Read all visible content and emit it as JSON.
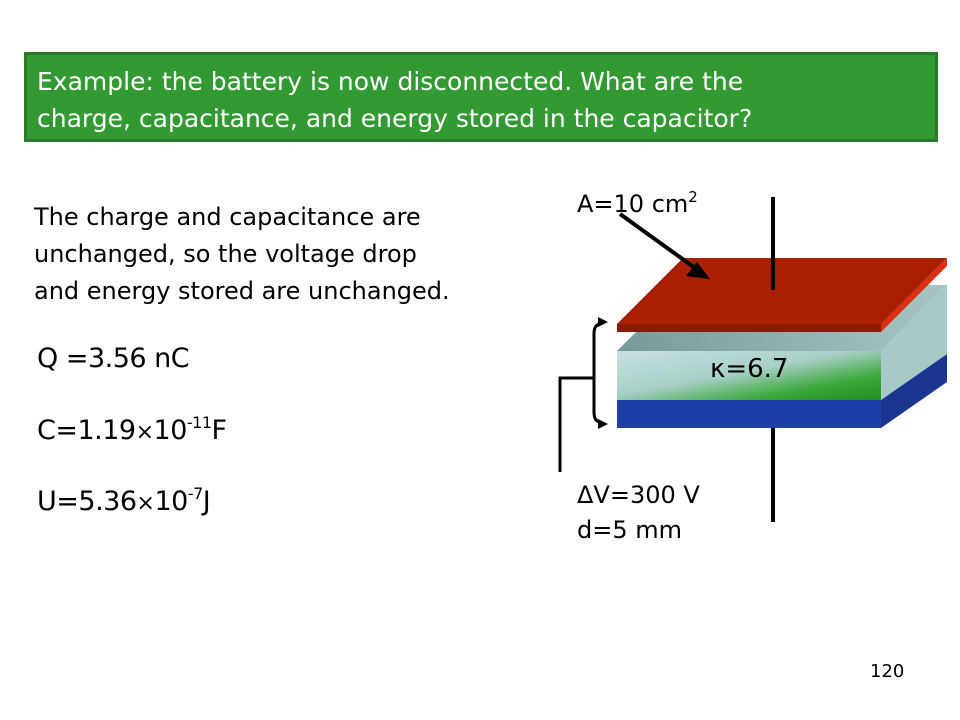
{
  "title": {
    "line1": "Example: the battery is now disconnected. What are the",
    "line2": "charge, capacitance, and energy stored in the capacitor?"
  },
  "body": {
    "line1": "The charge and capacitance are",
    "line2": "unchanged, so the voltage drop",
    "line3": "and energy stored are unchanged."
  },
  "equations": {
    "q": {
      "lhs": "Q",
      "rhs": "3.56 nC"
    },
    "c": {
      "lhs": "C",
      "mantissa": "1.19",
      "base": "10",
      "exp": "-11",
      "unit": "F"
    },
    "u": {
      "lhs": "U",
      "mantissa": "5.36",
      "base": "10",
      "exp": "-7",
      "unit": "J"
    }
  },
  "diagram": {
    "area_label": "A=10 cm",
    "area_exp": "2",
    "kappa_symbol": "κ",
    "kappa_value": "=6.7",
    "voltage_symbol": "Δ",
    "voltage_value": "V=300 V",
    "distance_label": "d=5 mm"
  },
  "page_number": "120",
  "colors": {
    "title_bg": "#339933",
    "top_plate": "#a82000",
    "bottom_plate": "#1f3fa8",
    "dielectric_front": "#2ca02c",
    "dielectric_side": "#a8c8c8"
  }
}
